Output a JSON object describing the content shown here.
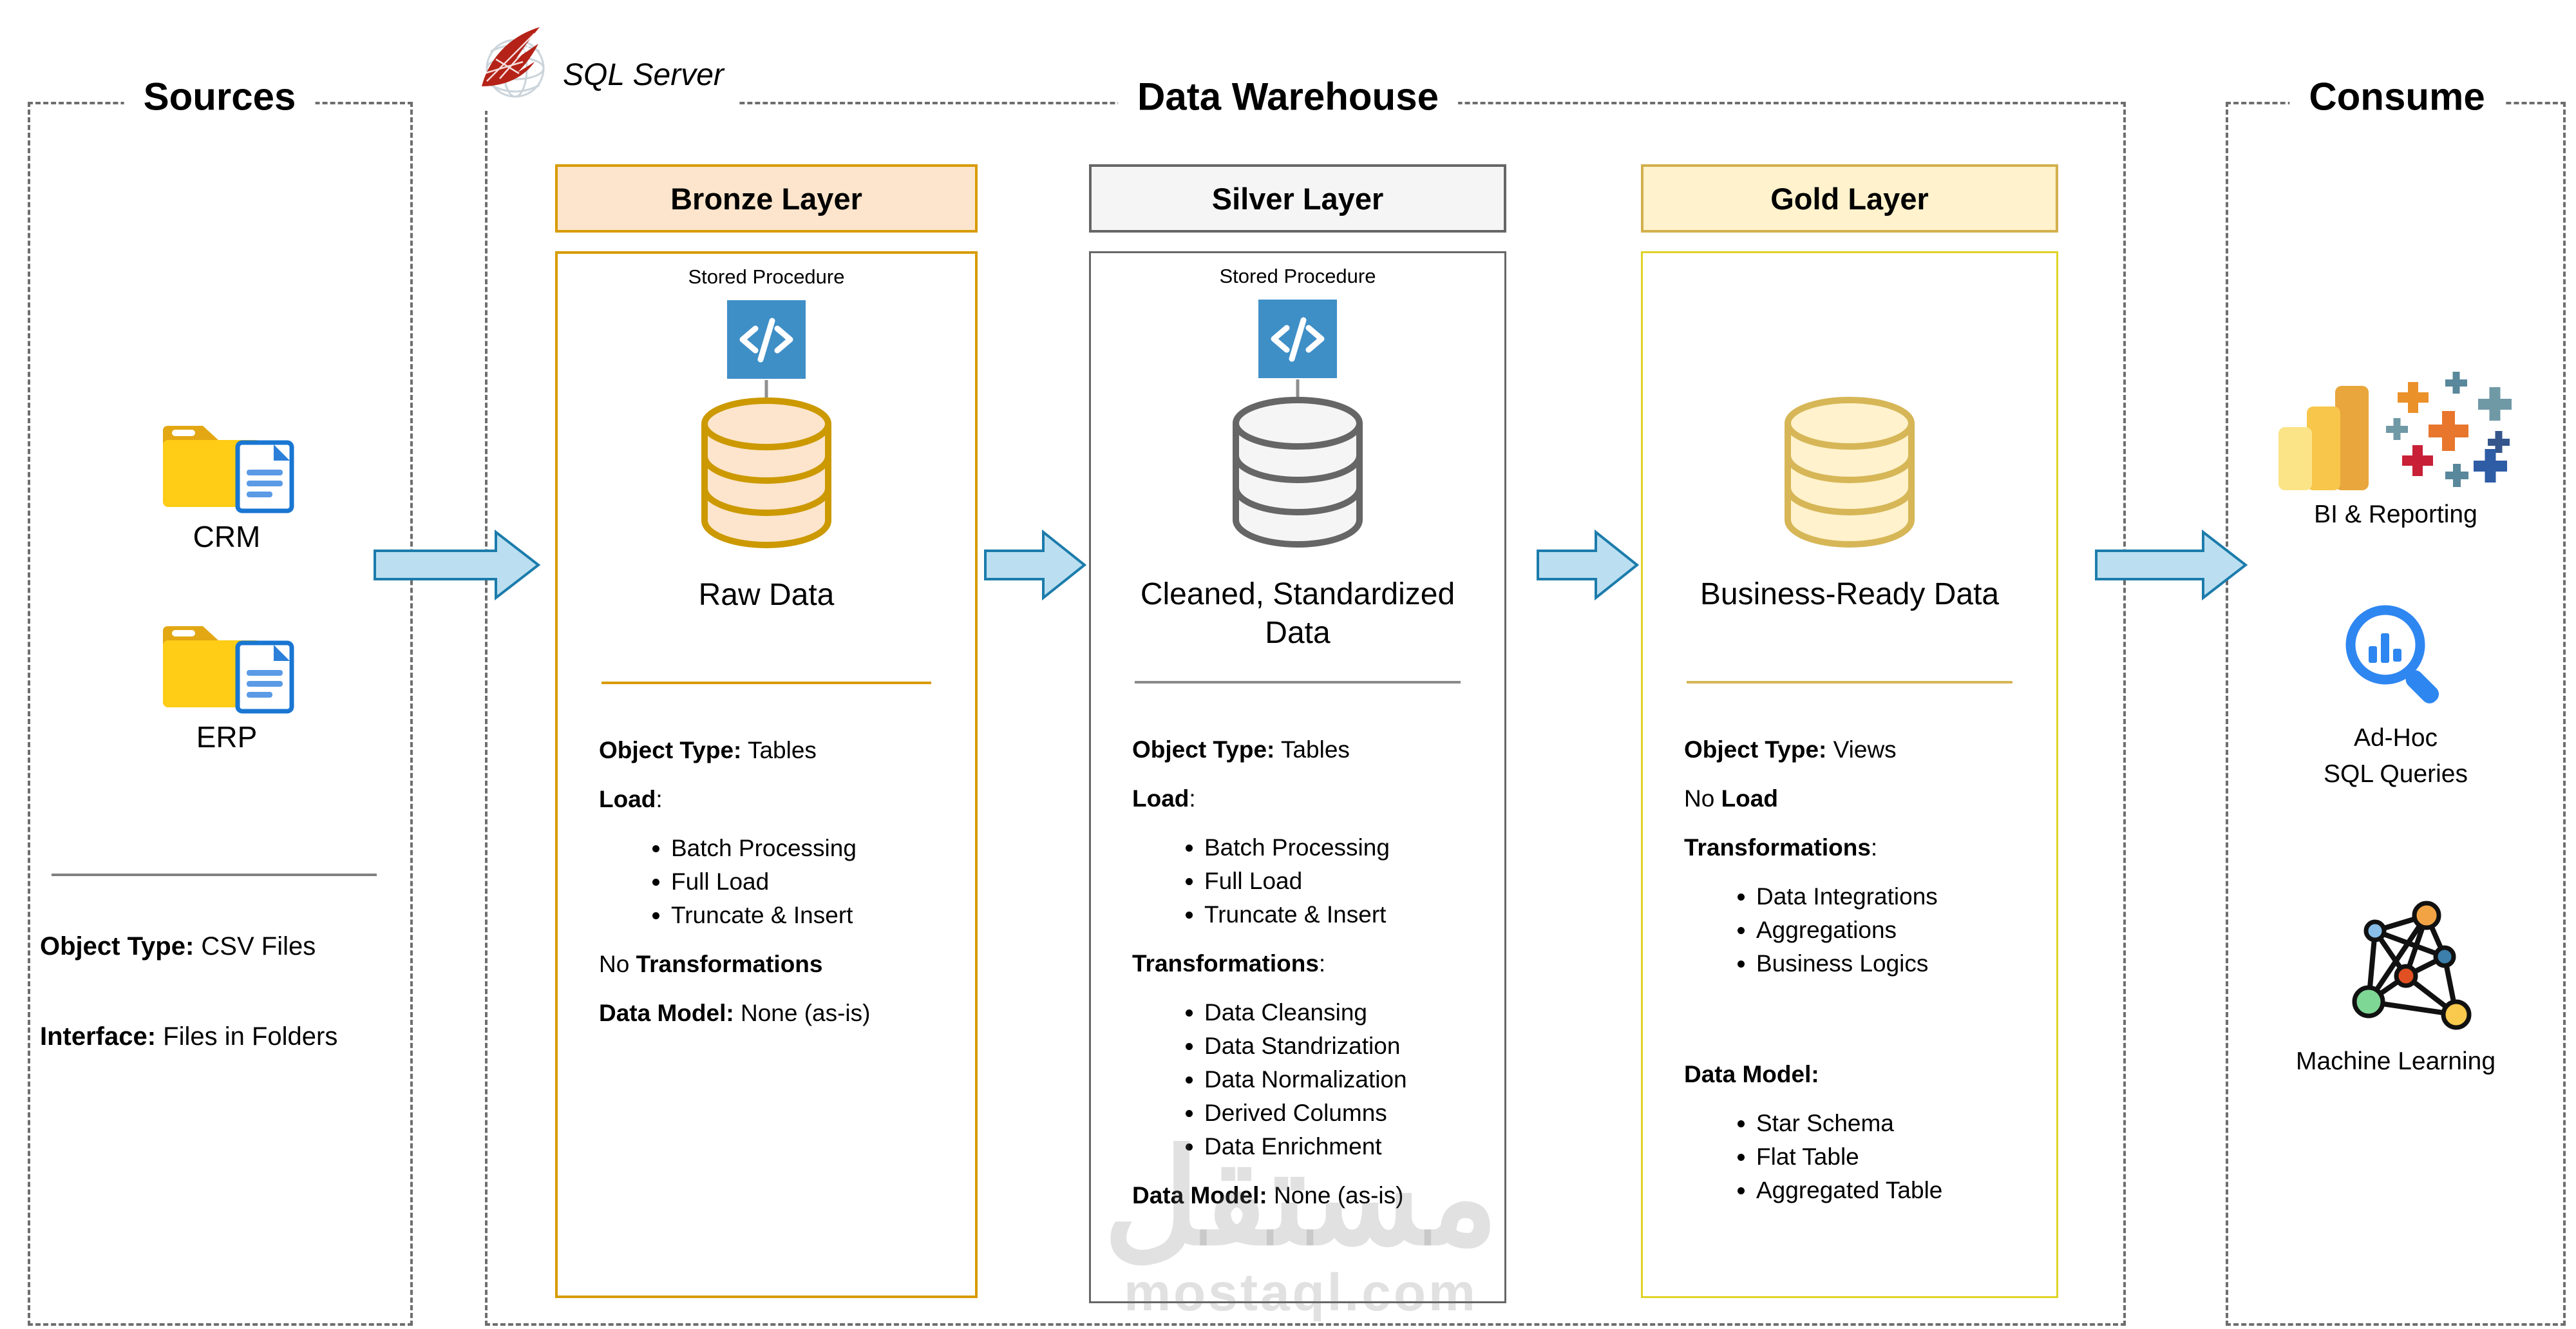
{
  "titles": {
    "sources": "Sources",
    "warehouse": "Data Warehouse",
    "consume": "Consume"
  },
  "sql_server": {
    "label": "SQL Server"
  },
  "sources": {
    "items": [
      {
        "label": "CRM"
      },
      {
        "label": "ERP"
      }
    ],
    "blocks": [
      {
        "type": "para",
        "parts": [
          {
            "text": "Object Type:",
            "bold": true
          },
          {
            "text": " CSV Files"
          }
        ]
      },
      {
        "type": "para",
        "parts": [
          {
            "text": "Interface:",
            "bold": true
          },
          {
            "text": " Files in Folders"
          }
        ]
      }
    ]
  },
  "layers": [
    {
      "header": "Bronze Layer",
      "stored_procedure_label": "Stored Procedure",
      "db_name": "Raw Data",
      "accent": "#D79B00",
      "blocks": [
        {
          "type": "rule",
          "color": "#D79B00"
        },
        {
          "type": "para",
          "parts": [
            {
              "text": "Object Type:",
              "bold": true
            },
            {
              "text": " Tables"
            }
          ]
        },
        {
          "type": "para",
          "parts": [
            {
              "text": "Load",
              "bold": true
            },
            {
              "text": ":"
            }
          ]
        },
        {
          "type": "bullets",
          "items": [
            "Batch Processing",
            "Full Load",
            "Truncate & Insert"
          ]
        },
        {
          "type": "para",
          "parts": [
            {
              "text": "No "
            },
            {
              "text": "Transformations",
              "bold": true
            }
          ]
        },
        {
          "type": "para",
          "parts": [
            {
              "text": "Data Model:",
              "bold": true
            },
            {
              "text": " None (as-is)"
            }
          ]
        }
      ]
    },
    {
      "header": "Silver Layer",
      "stored_procedure_label": "Stored Procedure",
      "db_name": "Cleaned, Standardized Data",
      "accent": "#666666",
      "blocks": [
        {
          "type": "rule",
          "color": "#8a8a8a"
        },
        {
          "type": "para",
          "parts": [
            {
              "text": "Object Type:",
              "bold": true
            },
            {
              "text": " Tables"
            }
          ]
        },
        {
          "type": "para",
          "parts": [
            {
              "text": "Load",
              "bold": true
            },
            {
              "text": ":"
            }
          ]
        },
        {
          "type": "bullets",
          "items": [
            "Batch Processing",
            "Full Load",
            "Truncate & Insert"
          ]
        },
        {
          "type": "para",
          "parts": [
            {
              "text": "Transformations",
              "bold": true
            },
            {
              "text": ":"
            }
          ]
        },
        {
          "type": "bullets",
          "items": [
            "Data Cleansing",
            "Data Standrization",
            "Data Normalization",
            "Derived Columns",
            "Data Enrichment"
          ]
        },
        {
          "type": "para",
          "parts": [
            {
              "text": "Data Model:",
              "bold": true
            },
            {
              "text": " None (as-is)"
            }
          ]
        }
      ]
    },
    {
      "header": "Gold Layer",
      "stored_procedure_label": "",
      "db_name": "Business-Ready Data",
      "accent": "#D6B656",
      "blocks": [
        {
          "type": "rule",
          "color": "#D6B656"
        },
        {
          "type": "para",
          "parts": [
            {
              "text": "Object Type:",
              "bold": true
            },
            {
              "text": " Views"
            }
          ]
        },
        {
          "type": "para",
          "parts": [
            {
              "text": "No "
            },
            {
              "text": "Load",
              "bold": true
            }
          ]
        },
        {
          "type": "para",
          "parts": [
            {
              "text": "Transformations",
              "bold": true
            },
            {
              "text": ":"
            }
          ]
        },
        {
          "type": "bullets",
          "items": [
            "Data Integrations",
            "Aggregations",
            "Business Logics"
          ]
        },
        {
          "type": "spacer"
        },
        {
          "type": "para",
          "parts": [
            {
              "text": "Data Model:",
              "bold": true
            }
          ]
        },
        {
          "type": "bullets",
          "items": [
            "Star Schema",
            "Flat Table",
            "Aggregated Table"
          ]
        }
      ]
    }
  ],
  "consume": {
    "items": [
      {
        "icon": "bi-reporting",
        "lines": [
          "BI & Reporting"
        ]
      },
      {
        "icon": "adhoc-sql",
        "lines": [
          "Ad-Hoc",
          "SQL Queries"
        ]
      },
      {
        "icon": "machine-learning",
        "lines": [
          "Machine Learning"
        ]
      }
    ]
  },
  "watermark": {
    "arabic": "مستقل",
    "domain": "mostaql.com"
  },
  "colors": {
    "arrow_fill": "#BBDFF1",
    "arrow_stroke": "#1C7CAB",
    "bronze_fill": "#FCE5CC",
    "bronze_stroke": "#D79B00",
    "silver_fill": "#F5F5F5",
    "silver_stroke": "#666666",
    "gold_fill": "#FFF2CC",
    "gold_stroke": "#D6B656",
    "code_icon_blue": "#3F8FC7",
    "dashed_border": "#6e6e6e"
  }
}
